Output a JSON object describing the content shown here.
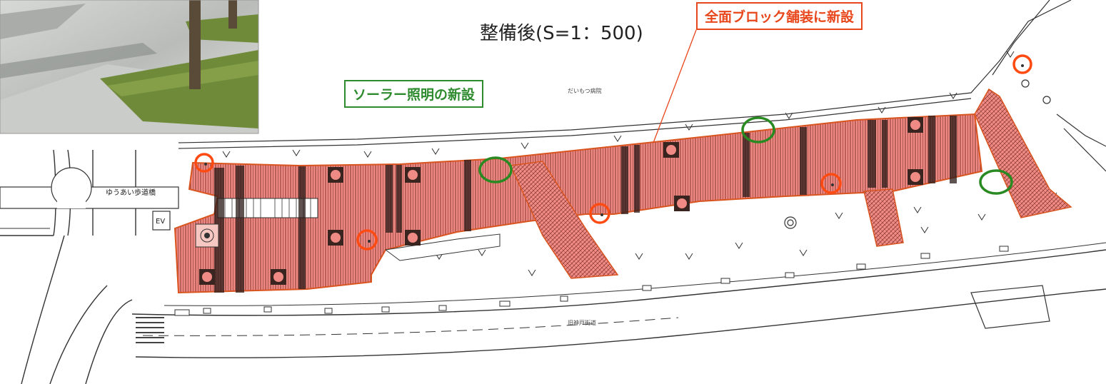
{
  "title": "整備後(S=1：500)",
  "callouts": {
    "paving": "全面ブロック舗装に新設",
    "solar": "ソーラー照明の新設"
  },
  "labels": {
    "bridge": "ゆうあい歩道橋",
    "elevator": "EV",
    "building": "だいもつ病院",
    "road": "旧神戸街道"
  },
  "colors": {
    "paving_fill": "#f08a84",
    "paving_edge": "#d9541f",
    "existing_light_marker": "#ff4a12",
    "solar_light_marker": "#2a8a22"
  },
  "photo": {
    "description_icon": "photo-of-block-paving-with-trees"
  }
}
